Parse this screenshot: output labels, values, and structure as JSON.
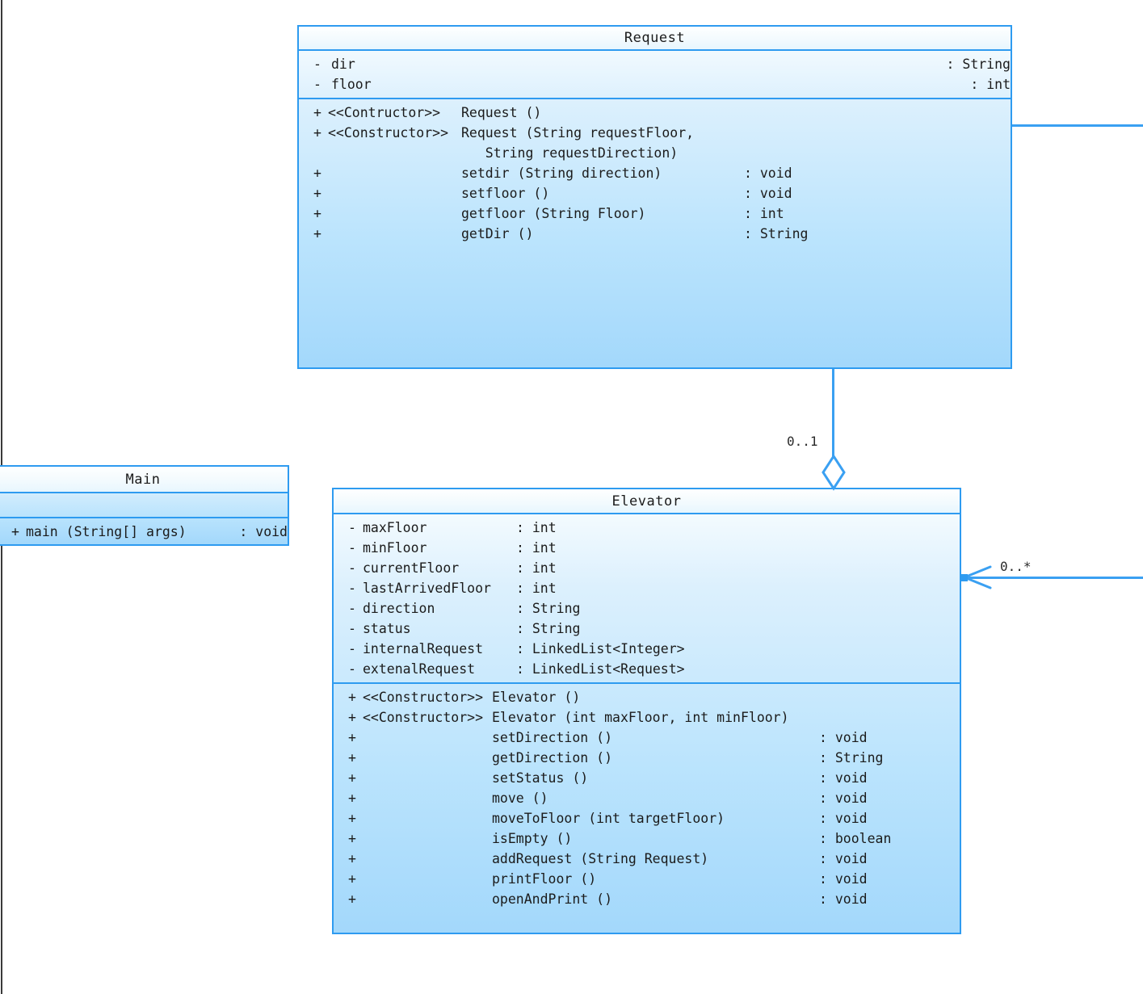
{
  "diagram": {
    "title": "UML Class Diagram",
    "accent_color": "#2e9bf0",
    "line_color": "#3aa0f2",
    "fill_top": "#fbfeff",
    "fill_bottom": "#a3d8fb",
    "header_fill": "#f2fafe",
    "text_color": "#1b1b1b"
  },
  "classes": {
    "request": {
      "name": "Request",
      "attributes": [
        {
          "visibility": "-",
          "name": "dir",
          "type": ": String"
        },
        {
          "visibility": "-",
          "name": "floor",
          "type": ": int"
        }
      ],
      "methods": [
        {
          "visibility": "+",
          "stereotype": "<<Contructor>>",
          "signature": "Request ()",
          "returns": ""
        },
        {
          "visibility": "+",
          "stereotype": "<<Constructor>>",
          "signature": "Request (String requestFloor,",
          "returns": ""
        },
        {
          "visibility": "",
          "stereotype": "",
          "signature": "   String requestDirection)",
          "returns": ""
        },
        {
          "visibility": "+",
          "stereotype": "",
          "signature": "setdir (String direction)",
          "returns": ": void"
        },
        {
          "visibility": "+",
          "stereotype": "",
          "signature": "setfloor ()",
          "returns": ": void"
        },
        {
          "visibility": "+",
          "stereotype": "",
          "signature": "getfloor (String Floor)",
          "returns": ": int"
        },
        {
          "visibility": "+",
          "stereotype": "",
          "signature": "getDir ()",
          "returns": ": String"
        }
      ]
    },
    "main": {
      "name": "Main",
      "attributes": [],
      "methods": [
        {
          "visibility": "+",
          "stereotype": "",
          "signature": "main (String[] args)",
          "returns": ": void"
        }
      ]
    },
    "elevator": {
      "name": "Elevator",
      "attributes": [
        {
          "visibility": "-",
          "name": "maxFloor",
          "type": ": int"
        },
        {
          "visibility": "-",
          "name": "minFloor",
          "type": ": int"
        },
        {
          "visibility": "-",
          "name": "currentFloor",
          "type": ": int"
        },
        {
          "visibility": "-",
          "name": "lastArrivedFloor",
          "type": ": int"
        },
        {
          "visibility": "-",
          "name": "direction",
          "type": ": String"
        },
        {
          "visibility": "-",
          "name": "status",
          "type": ": String"
        },
        {
          "visibility": "-",
          "name": "internalRequest",
          "type": ": LinkedList<Integer>"
        },
        {
          "visibility": "-",
          "name": "extenalRequest",
          "type": ": LinkedList<Request>"
        }
      ],
      "methods": [
        {
          "visibility": "+",
          "stereotype": "<<Constructor>>",
          "signature": "Elevator ()",
          "returns": ""
        },
        {
          "visibility": "+",
          "stereotype": "<<Constructor>>",
          "signature": "Elevator (int maxFloor, int minFloor)",
          "returns": ""
        },
        {
          "visibility": "+",
          "stereotype": "",
          "signature": "setDirection ()",
          "returns": ": void"
        },
        {
          "visibility": "+",
          "stereotype": "",
          "signature": "getDirection ()",
          "returns": ": String"
        },
        {
          "visibility": "+",
          "stereotype": "",
          "signature": "setStatus ()",
          "returns": ": void"
        },
        {
          "visibility": "+",
          "stereotype": "",
          "signature": "move ()",
          "returns": ": void"
        },
        {
          "visibility": "+",
          "stereotype": "",
          "signature": "moveToFloor (int targetFloor)",
          "returns": ": void"
        },
        {
          "visibility": "+",
          "stereotype": "",
          "signature": "isEmpty ()",
          "returns": ": boolean"
        },
        {
          "visibility": "+",
          "stereotype": "",
          "signature": "addRequest (String Request)",
          "returns": ": void"
        },
        {
          "visibility": "+",
          "stereotype": "",
          "signature": "printFloor ()",
          "returns": ": void"
        },
        {
          "visibility": "+",
          "stereotype": "",
          "signature": "openAndPrint ()",
          "returns": ": void"
        }
      ]
    }
  },
  "relations": {
    "aggregation": {
      "kind": "aggregation",
      "from": "Request",
      "to": "Elevator",
      "multiplicity": "0..1"
    },
    "association": {
      "kind": "association",
      "to": "Elevator",
      "multiplicity": "0..*"
    }
  }
}
